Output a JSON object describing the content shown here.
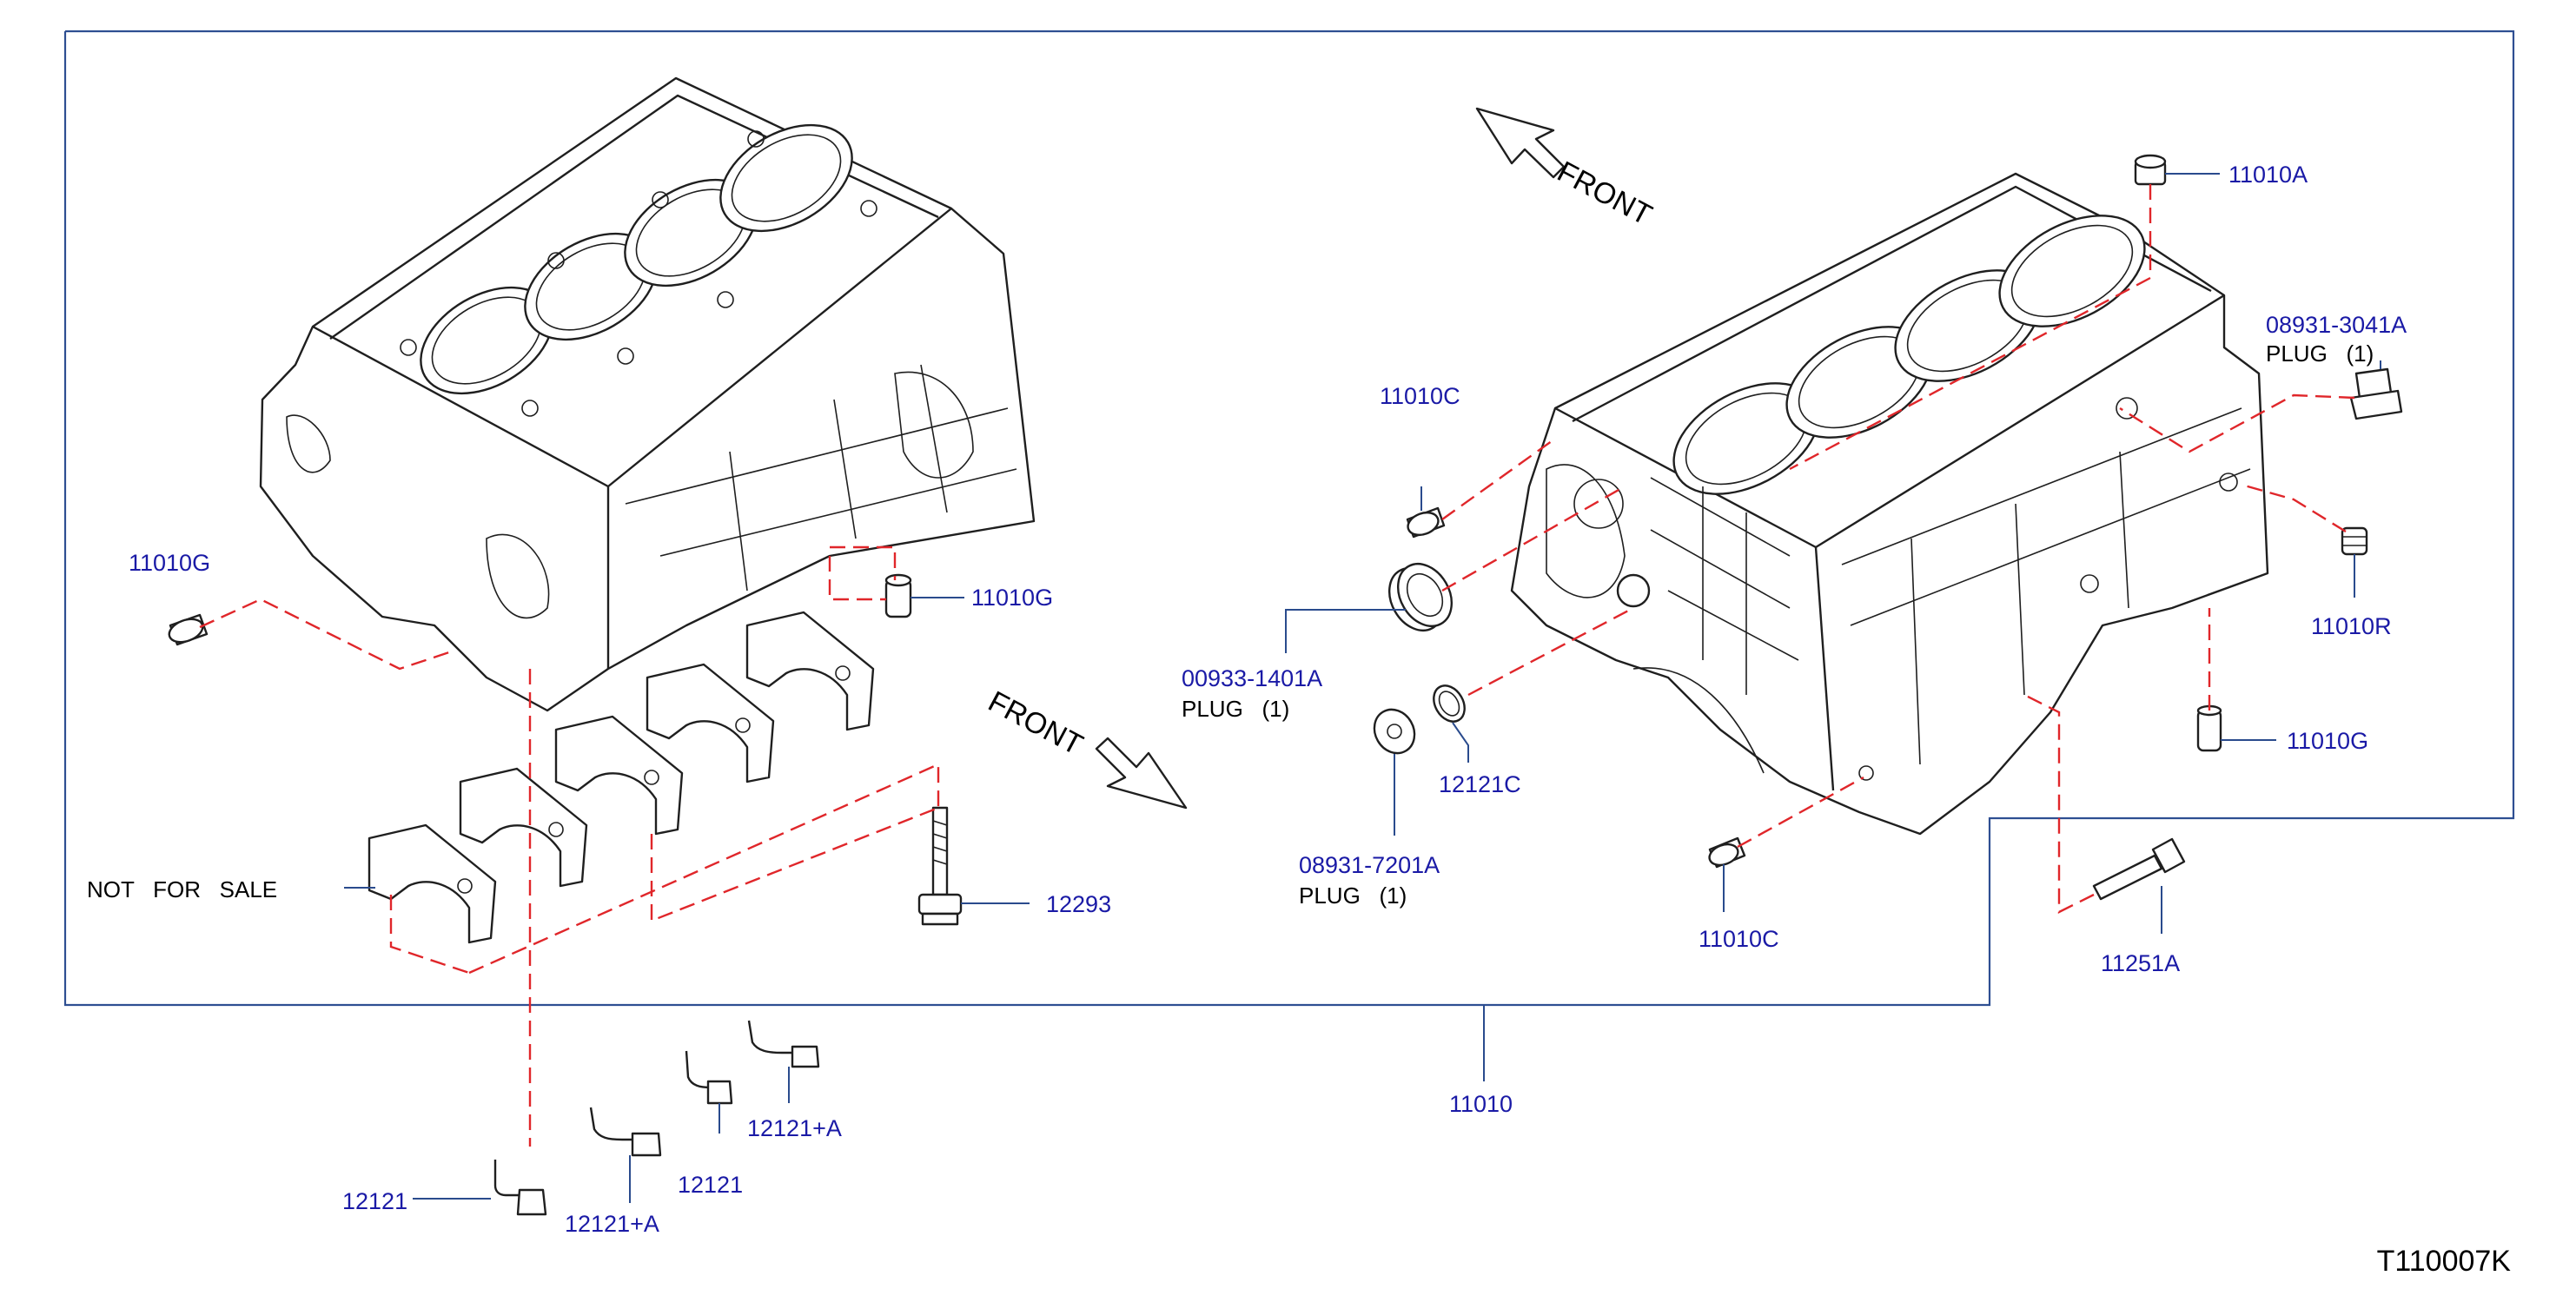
{
  "labels": {
    "p11010a": "11010A",
    "p08931_3041a": "08931-3041A",
    "plug_note_1": "PLUG   (1)",
    "p11010c_top": "11010C",
    "p00933_1401a": "00933-1401A",
    "plug_note_2": "PLUG   (1)",
    "p12121c": "12121C",
    "p08931_7201a": "08931-7201A",
    "plug_note_3": "PLUG   (1)",
    "p11010c_bottom": "11010C",
    "p11010r": "11010R",
    "p11010g_right": "11010G",
    "p11251a": "11251A",
    "p11010": "11010",
    "p11010g_left": "11010G",
    "p11010g_mid": "11010G",
    "not_for_sale": "NOT   FOR   SALE",
    "p12293": "12293",
    "p12121_a": "12121",
    "p12121_b": "12121",
    "p12121plusa_a": "12121+A",
    "p12121plusa_b": "12121+A",
    "front_top": "FRONT",
    "front_mid": "FRONT",
    "diagram_code": "T110007K"
  },
  "colors": {
    "part_number": "#1a1aa6",
    "leader_line": "#2a4b8d",
    "hidden_line": "#e0262a",
    "outline": "#1f1f1f"
  }
}
